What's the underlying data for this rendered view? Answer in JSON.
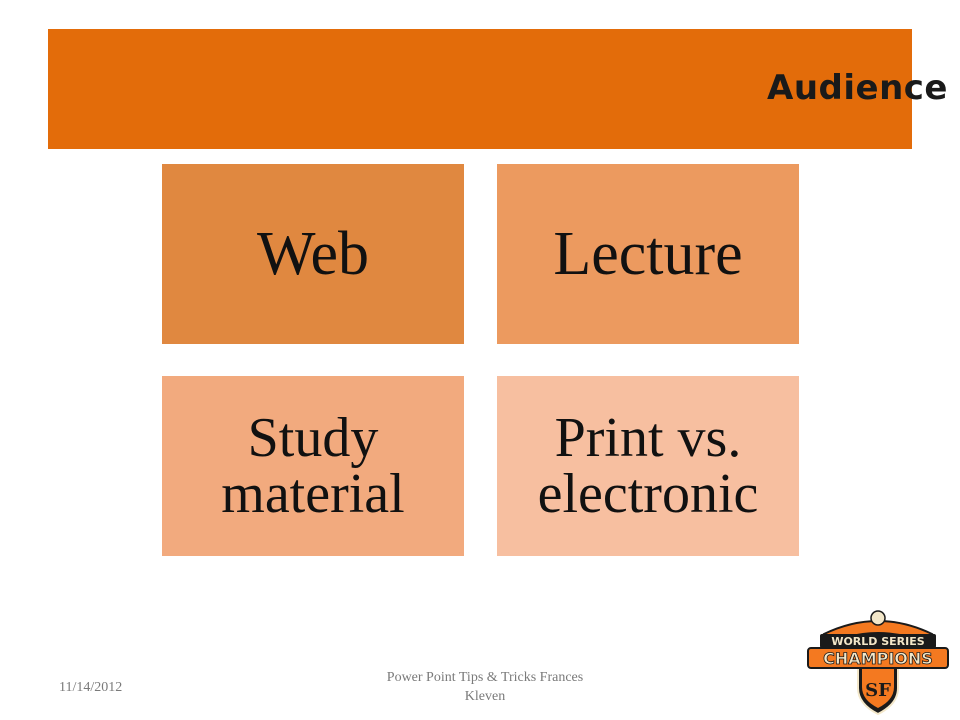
{
  "slide": {
    "title": "Audience",
    "tiles": [
      {
        "label": "Web"
      },
      {
        "label": "Lecture"
      },
      {
        "label_lines": [
          "Study",
          "material"
        ]
      },
      {
        "label_lines": [
          "Print vs.",
          "electronic"
        ]
      }
    ]
  },
  "footer": {
    "date": "11/14/2012",
    "center_lines": [
      "Power Point Tips & Tricks  Frances",
      "Kleven"
    ]
  },
  "logo": {
    "line1": "WORLD SERIES",
    "line2": "CHAMPIONS",
    "monogram": "SF",
    "colors": {
      "orange": "#f47920",
      "black": "#1a1a1a",
      "cream": "#f3e7c9"
    }
  },
  "colors": {
    "title_bar": "#e36c0a",
    "tile_1": "#e08840",
    "tile_2": "#ec9a5f",
    "tile_3": "#f2aa7e",
    "tile_4": "#f7bfa0"
  }
}
